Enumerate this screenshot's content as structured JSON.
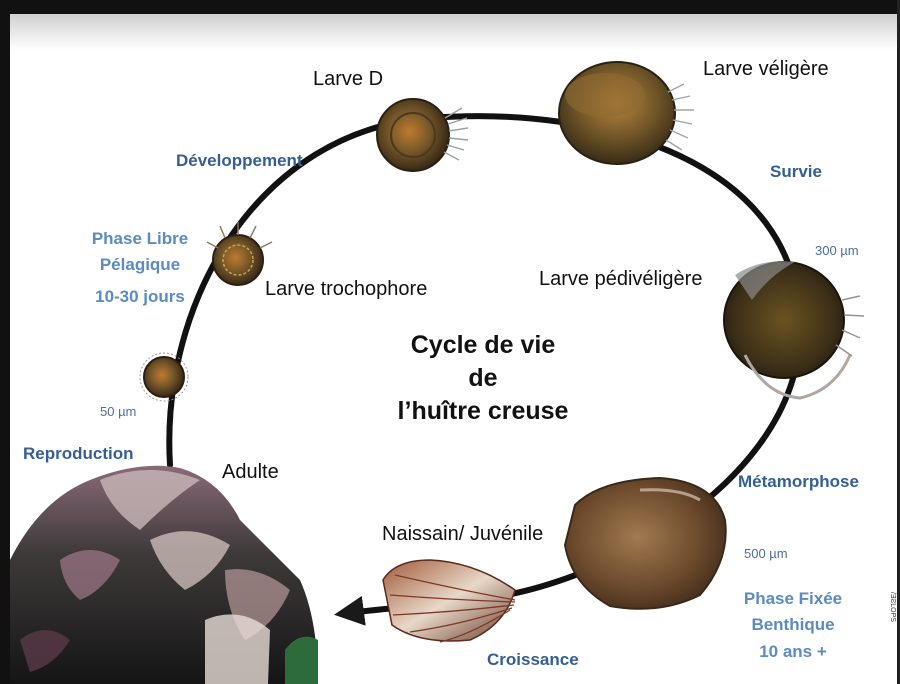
{
  "stages": {
    "larve_d": "Larve D",
    "larve_veligere": "Larve véligère",
    "larve_trochophore": "Larve trochophore",
    "larve_pediveligere": "Larve pédivéligère",
    "adulte": "Adulte",
    "naissain": "Naissain/ Juvénile"
  },
  "phases": {
    "developpement": "Développement",
    "survie": "Survie",
    "reproduction": "Reproduction",
    "metamorphose": "Métamorphose",
    "croissance": "Croissance",
    "libre_line1": "Phase Libre",
    "libre_line2": "Pélagique",
    "libre_duration": "10-30 jours",
    "fixee_line1": "Phase Fixée",
    "fixee_line2": "Benthique",
    "fixee_duration": "10 ans +"
  },
  "sizes": {
    "s300": "300 µm",
    "s50": "50 µm",
    "s500": "500 µm"
  },
  "title": {
    "line1": "Cycle de vie",
    "line2": "de",
    "line3": "l’huître creuse"
  },
  "side_text": "/ƎƧLOPS"
}
